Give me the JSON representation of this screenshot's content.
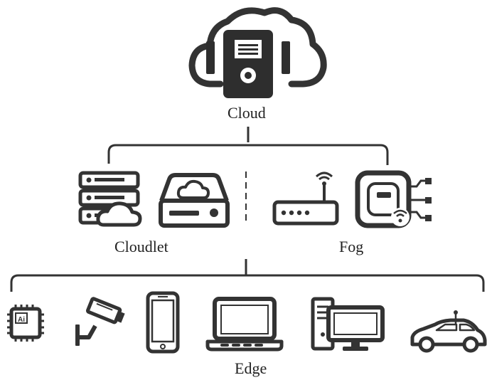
{
  "tiers": {
    "cloud": {
      "label": "Cloud",
      "icon": "cloud-server-icon"
    },
    "cloudlet": {
      "label": "Cloudlet",
      "icons": [
        "server-rack-cloud-icon",
        "cloud-storage-drive-icon"
      ]
    },
    "fog": {
      "label": "Fog",
      "icons": [
        "wifi-router-icon",
        "iot-gateway-icon"
      ]
    },
    "edge": {
      "label": "Edge",
      "icons": [
        "ai-chip-icon",
        "security-camera-icon",
        "smartphone-icon",
        "laptop-icon",
        "desktop-computer-icon",
        "connected-car-icon"
      ]
    }
  },
  "colors": {
    "stroke": "#333333",
    "fill": "#2e2e2e",
    "background": "#ffffff"
  }
}
